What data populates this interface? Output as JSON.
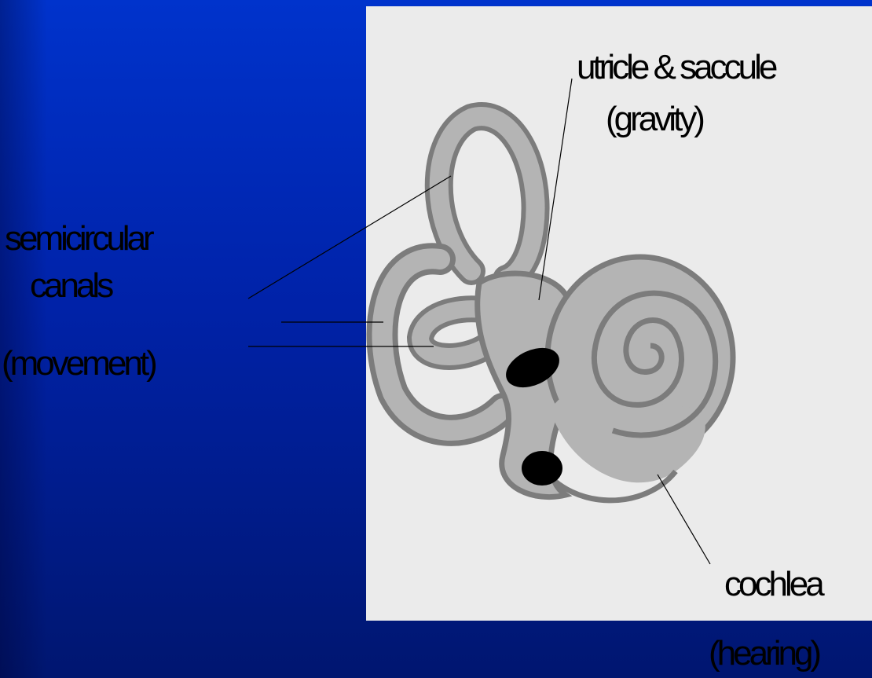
{
  "labels": {
    "utricle_saccule": "utricle & saccule",
    "gravity": "(gravity)",
    "semicircular": "semicircular",
    "canals": "canals",
    "movement": "(movement)",
    "cochlea": "cochlea",
    "hearing": "(hearing)"
  },
  "colors": {
    "background_top": "#0033cc",
    "background_bottom": "#001670",
    "panel": "#ebebeb",
    "organ_light": "#b4b4b4",
    "organ_dark": "#7c7c7c",
    "hole": "#000000"
  }
}
